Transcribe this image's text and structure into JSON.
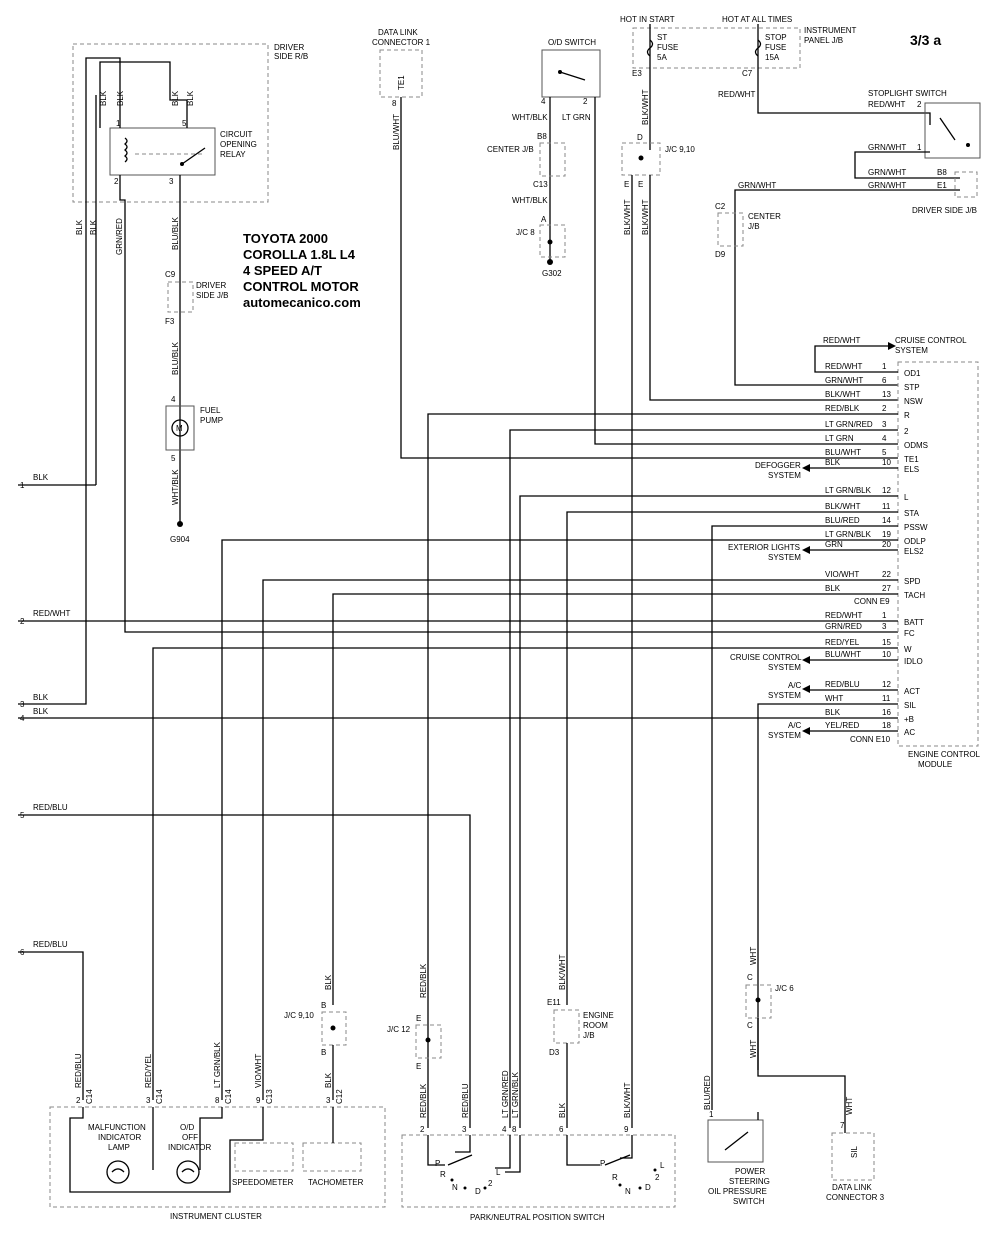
{
  "header": {
    "page_label": "3/3 a",
    "title_lines": [
      "TOYOTA 2000",
      "COROLLA 1.8L L4",
      "4 SPEED A/T",
      "CONTROL MOTOR",
      "automecanico.com"
    ]
  },
  "top": {
    "hot_in_start": "HOT IN START",
    "hot_at_all_times": "HOT AT ALL TIMES",
    "instrument_panel_jb": [
      "INSTRUMENT",
      "PANEL J/B"
    ],
    "st_fuse": [
      "ST",
      "FUSE",
      "5A"
    ],
    "stop_fuse": [
      "STOP",
      "FUSE",
      "15A"
    ],
    "e3": "E3",
    "c7": "C7",
    "data_link_1": [
      "DATA LINK",
      "CONNECTOR 1"
    ],
    "te1": "TE1",
    "dl1_pin": "8",
    "od_switch": "O/D SWITCH",
    "od_pin_4": "4",
    "od_pin_2": "2",
    "driver_side_rb": [
      "DRIVER",
      "SIDE R/B"
    ],
    "circuit_opening_relay": [
      "CIRCUIT",
      "OPENING",
      "RELAY"
    ],
    "relay_pins": [
      "1",
      "5",
      "2",
      "3"
    ],
    "stoplight_switch": "STOPLIGHT SWITCH",
    "center_jb": "CENTER J/B",
    "jc_8": "J/C 8",
    "g302": "G302",
    "jc_910": "J/C 9,10",
    "center_jb_right": [
      "CENTER",
      "J/B"
    ],
    "driver_side_jb": "DRIVER SIDE J/B",
    "driver_side_jb_left": [
      "DRIVER",
      "SIDE J/B"
    ],
    "fuel_pump": [
      "FUEL",
      "PUMP"
    ],
    "g904": "G904",
    "conn": {
      "b8": "B8",
      "c13": "C13",
      "a": "A",
      "d": "D",
      "e": "E",
      "c2": "C2",
      "d9": "D9",
      "b8r": "B8",
      "e1": "E1",
      "c9": "C9",
      "f3": "F3",
      "pin4": "4",
      "pin5": "5",
      "stop_2": "2",
      "stop_1": "1"
    },
    "motor_symbol": "M"
  },
  "wires": {
    "blk": "BLK",
    "grn_red": "GRN/RED",
    "blu_blk": "BLU/BLK",
    "wht_blk": "WHT/BLK",
    "blu_wht": "BLU/WHT",
    "lt_grn": "LT GRN",
    "blk_wht": "BLK/WHT",
    "red_wht": "RED/WHT",
    "grn_wht": "GRN/WHT",
    "wht": "WHT",
    "blu_red": "BLU/RED",
    "red_blu": "RED/BLU",
    "red_yel": "RED/YEL",
    "lt_grn_blk": "LT GRN/BLK",
    "vio_wht": "VIO/WHT",
    "red_blk": "RED/BLK",
    "lt_grn_red": "LT GRN/RED"
  },
  "left_refs": [
    {
      "num": "1",
      "wire": "BLK"
    },
    {
      "num": "2",
      "wire": "RED/WHT"
    },
    {
      "num": "3",
      "wire": "BLK"
    },
    {
      "num": "4",
      "wire": "BLK"
    },
    {
      "num": "5",
      "wire": "RED/BLU"
    },
    {
      "num": "6",
      "wire": "RED/BLU"
    }
  ],
  "ecm": {
    "name": [
      "ENGINE CONTROL",
      "MODULE"
    ],
    "cruise_top": [
      "CRUISE CONTROL",
      "SYSTEM"
    ],
    "conn_e9": "CONN E9",
    "conn_e10": "CONN E10",
    "rows": [
      {
        "wire": "RED/WHT",
        "pin": "1",
        "sig": "OD1"
      },
      {
        "wire": "GRN/WHT",
        "pin": "6",
        "sig": "STP"
      },
      {
        "wire": "BLK/WHT",
        "pin": "13",
        "sig": "NSW"
      },
      {
        "wire": "RED/BLK",
        "pin": "2",
        "sig": "R"
      },
      {
        "wire": "LT GRN/RED",
        "pin": "3",
        "sig": "2"
      },
      {
        "wire": "LT GRN",
        "pin": "4",
        "sig": "ODMS"
      },
      {
        "wire": "BLU/WHT",
        "pin": "5",
        "sig": "TE1"
      },
      {
        "wire": "BLK",
        "pin": "10",
        "sig": "ELS"
      },
      {
        "wire": "LT GRN/BLK",
        "pin": "12",
        "sig": "L"
      },
      {
        "wire": "BLK/WHT",
        "pin": "11",
        "sig": "STA"
      },
      {
        "wire": "BLU/RED",
        "pin": "14",
        "sig": "PSSW"
      },
      {
        "wire": "LT GRN/BLK",
        "pin": "19",
        "sig": "ODLP"
      },
      {
        "wire": "GRN",
        "pin": "20",
        "sig": "ELS2"
      },
      {
        "wire": "VIO/WHT",
        "pin": "22",
        "sig": "SPD"
      },
      {
        "wire": "BLK",
        "pin": "27",
        "sig": "TACH"
      },
      {
        "wire": "RED/WHT",
        "pin": "1",
        "sig": "BATT"
      },
      {
        "wire": "GRN/RED",
        "pin": "3",
        "sig": "FC"
      },
      {
        "wire": "RED/YEL",
        "pin": "15",
        "sig": "W"
      },
      {
        "wire": "BLU/WHT",
        "pin": "10",
        "sig": "IDLO"
      },
      {
        "wire": "RED/BLU",
        "pin": "12",
        "sig": "ACT"
      },
      {
        "wire": "WHT",
        "pin": "11",
        "sig": "SIL"
      },
      {
        "wire": "BLK",
        "pin": "16",
        "sig": "+B"
      },
      {
        "wire": "YEL/RED",
        "pin": "18",
        "sig": "AC"
      }
    ],
    "defogger": [
      "DEFOGGER",
      "SYSTEM"
    ],
    "exterior_lights": [
      "EXTERIOR LIGHTS",
      "SYSTEM"
    ],
    "cruise_control": [
      "CRUISE CONTROL",
      "SYSTEM"
    ],
    "ac_1": [
      "A/C",
      "SYSTEM"
    ],
    "ac_2": [
      "A/C",
      "SYSTEM"
    ]
  },
  "bottom": {
    "instrument_cluster": "INSTRUMENT CLUSTER",
    "mil": [
      "MALFUNCTION",
      "INDICATOR",
      "LAMP"
    ],
    "od_off": [
      "O/D",
      "OFF",
      "INDICATOR"
    ],
    "speedometer": "SPEEDOMETER",
    "tachometer": "TACHOMETER",
    "cluster_pins": [
      {
        "pin": "2",
        "conn": "C14",
        "wire": "RED/BLU"
      },
      {
        "pin": "3",
        "conn": "C14",
        "wire": "RED/YEL"
      },
      {
        "pin": "8",
        "conn": "C14",
        "wire": "LT GRN/BLK"
      },
      {
        "pin": "9",
        "conn": "C13",
        "wire": "VIO/WHT"
      },
      {
        "pin": "3",
        "conn": "C12",
        "wire": "BLK"
      }
    ],
    "jc_910_b": "J/C 9,10",
    "b_top": "B",
    "b_bot": "B",
    "jc_12": "J/C 12",
    "e_top": "E",
    "e_bot": "E",
    "engine_room_jb": [
      "ENGINE",
      "ROOM",
      "J/B"
    ],
    "e11": "E11",
    "d3": "D3",
    "jc_6": "J/C 6",
    "c_top": "C",
    "c_bot": "C",
    "pnp_switch": "PARK/NEUTRAL POSITION SWITCH",
    "pnp_pins": [
      {
        "pin": "2",
        "wire": "RED/BLK"
      },
      {
        "pin": "3",
        "wire": "RED/BLU"
      },
      {
        "pin": "4",
        "wire": "LT GRN/RED"
      },
      {
        "pin": "8",
        "wire": "LT GRN/BLK"
      },
      {
        "pin": "6",
        "wire": "BLK"
      },
      {
        "pin": "9",
        "wire": "BLK/WHT"
      }
    ],
    "pnp_letters_1": [
      "P",
      "R",
      "N",
      "D",
      "2",
      "L"
    ],
    "pnp_letters_2": [
      "P",
      "R",
      "N",
      "D",
      "2",
      "L"
    ],
    "ps_switch": [
      "POWER",
      "STEERING",
      "OIL PRESSURE",
      "SWITCH"
    ],
    "ps_pin": "1",
    "dl3": [
      "DATA LINK",
      "CONNECTOR 3"
    ],
    "dl3_pin": "7",
    "sil": "SIL"
  }
}
